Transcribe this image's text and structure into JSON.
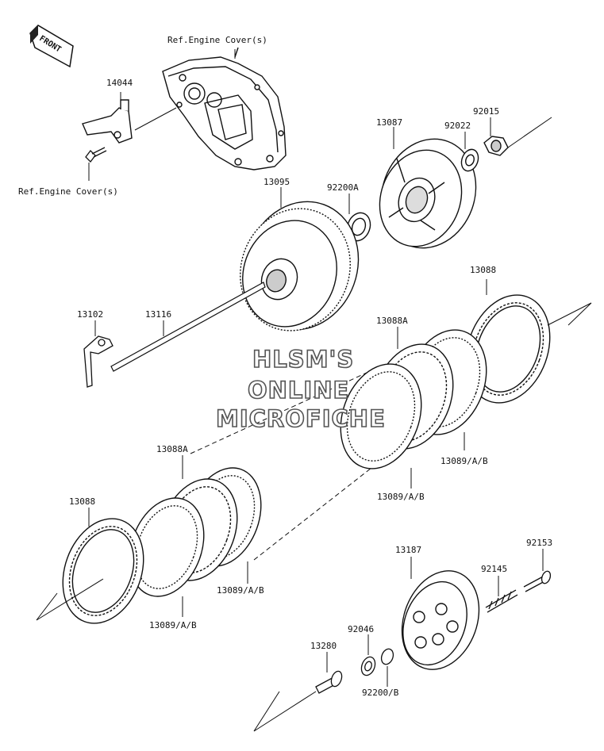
{
  "orientation_badge": "FRONT",
  "watermark": [
    "HLSM'S",
    "ONLINE",
    "MICROFICHE"
  ],
  "labels": {
    "ref_cover_top": "Ref.Engine Cover(s)",
    "ref_cover_left": "Ref.Engine Cover(s)",
    "p14044": "14044",
    "p13087": "13087",
    "p92022": "92022",
    "p92015": "92015",
    "p13095": "13095",
    "p92200A": "92200A",
    "p13088_right": "13088",
    "p13088A_right": "13088A",
    "p13102": "13102",
    "p13116": "13116",
    "p13089_right_a": "13089/A/B",
    "p13089_right_b": "13089/A/B",
    "p13088A_left": "13088A",
    "p13088_left": "13088",
    "p13089_left_a": "13089/A/B",
    "p13089_left_b": "13089/A/B",
    "p13187": "13187",
    "p92153": "92153",
    "p92145": "92145",
    "p92046": "92046",
    "p13280": "13280",
    "p92200B": "92200/B"
  }
}
